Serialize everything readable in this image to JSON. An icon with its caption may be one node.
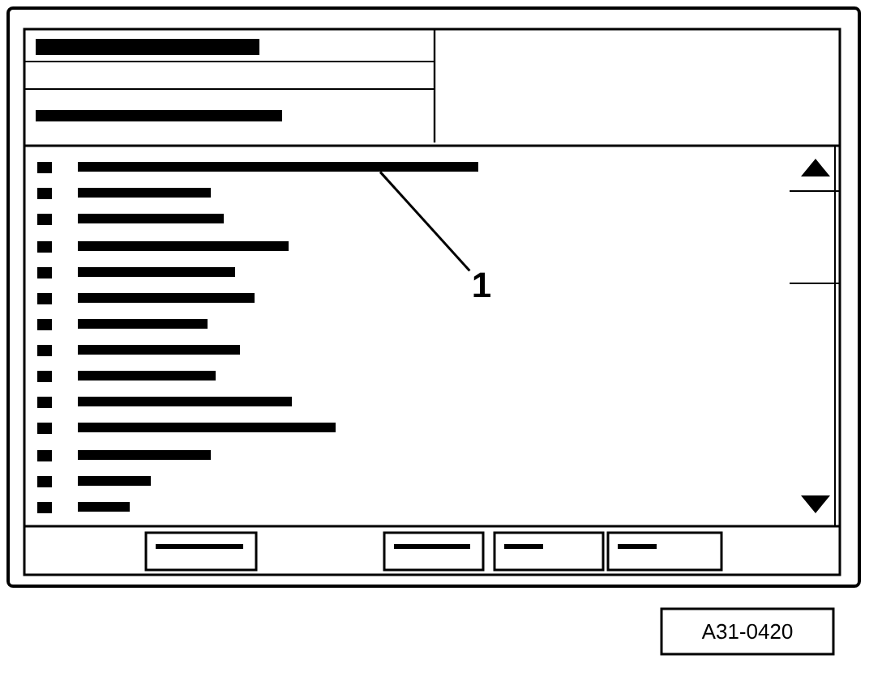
{
  "diagram": {
    "nodes": [
      {
        "text": [
          "1"
        ]
      },
      {
        "text": [],
        "shape": "bar"
      }
    ],
    "edges": [
      {
        "from": 0,
        "to": 1,
        "arrow": "none"
      }
    ],
    "labels": [
      "A31-0420"
    ]
  }
}
